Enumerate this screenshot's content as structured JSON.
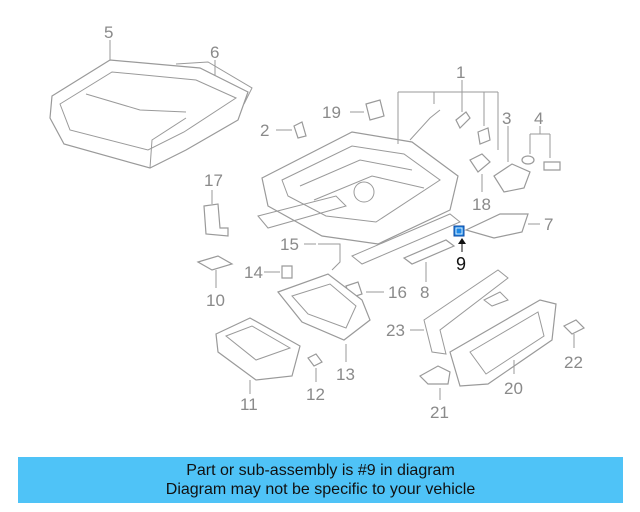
{
  "callouts": {
    "c1": "1",
    "c2": "2",
    "c3": "3",
    "c4": "4",
    "c5": "5",
    "c6": "6",
    "c7": "7",
    "c8": "8",
    "c9": "9",
    "c10": "10",
    "c11": "11",
    "c12": "12",
    "c13": "13",
    "c14": "14",
    "c15": "15",
    "c16": "16",
    "c17": "17",
    "c18": "18",
    "c19": "19",
    "c20": "20",
    "c21": "21",
    "c22": "22",
    "c23": "23"
  },
  "highlight": {
    "part": "9",
    "color": "#1e88e5"
  },
  "banner": {
    "line1": "Part or sub-assembly is #9 in diagram",
    "line2": "Diagram may not be specific to your vehicle",
    "background": "#4fc3f7"
  }
}
